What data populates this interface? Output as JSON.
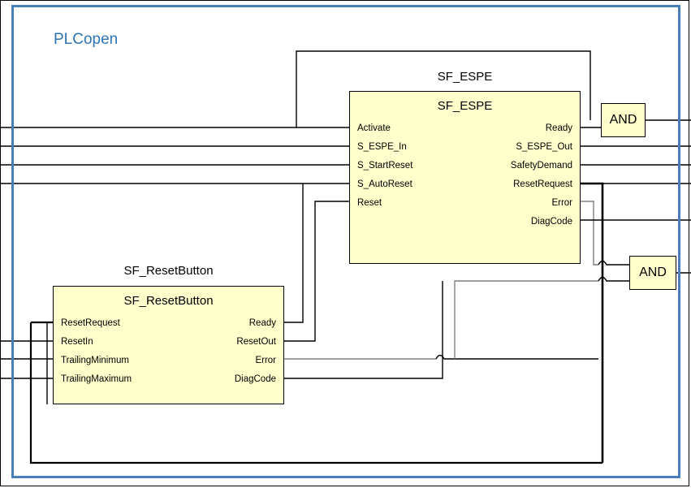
{
  "diagram": {
    "title": "PLCopen",
    "title_color": "#2e74b5",
    "boundary_color": "#4a7ebb",
    "block_fill": "#ffffcc",
    "line_color": "#000000"
  },
  "blocks": [
    {
      "id": "sf_espe",
      "instance_name": "SF_ESPE",
      "type_name": "SF_ESPE",
      "inputs": [
        "Activate",
        "S_ESPE_In",
        "S_StartReset",
        "S_AutoReset",
        "Reset"
      ],
      "outputs": [
        "Ready",
        "S_ESPE_Out",
        "SafetyDemand",
        "ResetRequest",
        "Error",
        "DiagCode"
      ]
    },
    {
      "id": "sf_resetbutton",
      "instance_name": "SF_ResetButton",
      "type_name": "SF_ResetButton",
      "inputs": [
        "ResetRequest",
        "ResetIn",
        "TrailingMinimum",
        "TrailingMaximum"
      ],
      "outputs": [
        "Ready",
        "ResetOut",
        "Error",
        "DiagCode"
      ]
    }
  ],
  "gates": [
    {
      "id": "and_top",
      "label": "AND"
    },
    {
      "id": "and_bottom",
      "label": "AND"
    }
  ]
}
